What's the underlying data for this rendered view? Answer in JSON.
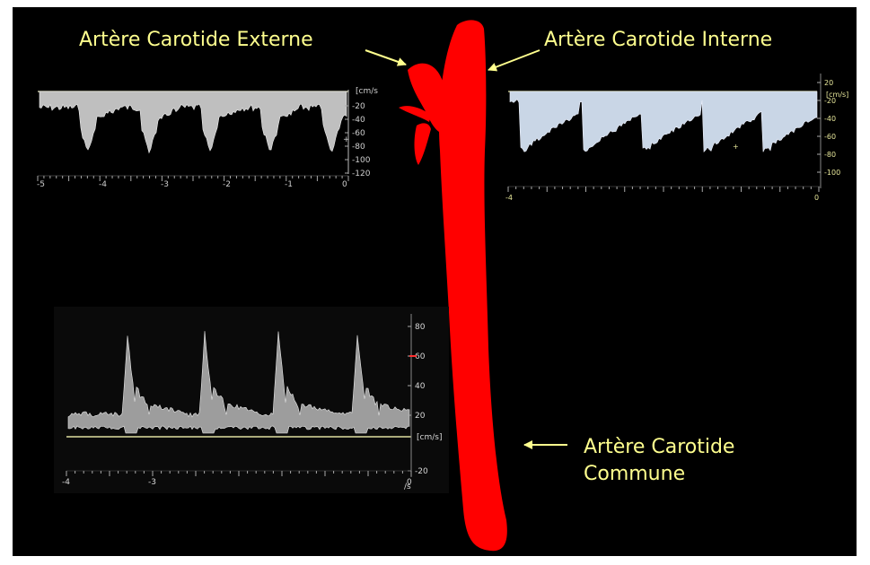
{
  "labels": {
    "ext": "Artère Carotide Externe",
    "int": "Artère Carotide Interne",
    "common_line1": "Artère Carotide",
    "common_line2": "Commune"
  },
  "colors": {
    "artery": "#ff0000",
    "label": "#ffff8e",
    "background": "#000000"
  },
  "panel_ext": {
    "unit": "[cm/s",
    "y_ticks": [
      "-20",
      "-40",
      "-60",
      "-80",
      "-100",
      "-120"
    ],
    "x_ticks": [
      "-5",
      "-4",
      "-3",
      "-2",
      "-1",
      "0"
    ],
    "cursor": "+"
  },
  "panel_int": {
    "unit": "[cm/s]",
    "y_ticks": [
      "20",
      "-20",
      "-40",
      "-60",
      "-80",
      "-100"
    ],
    "x_ticks": [
      "-4",
      "0"
    ],
    "cursor": "+"
  },
  "panel_com": {
    "unit": "[cm/s]",
    "y_ticks": [
      "80",
      "60",
      "40",
      "20",
      "-20"
    ],
    "x_ticks": [
      "-4",
      "-3",
      "0"
    ],
    "x_unit": "/s"
  }
}
